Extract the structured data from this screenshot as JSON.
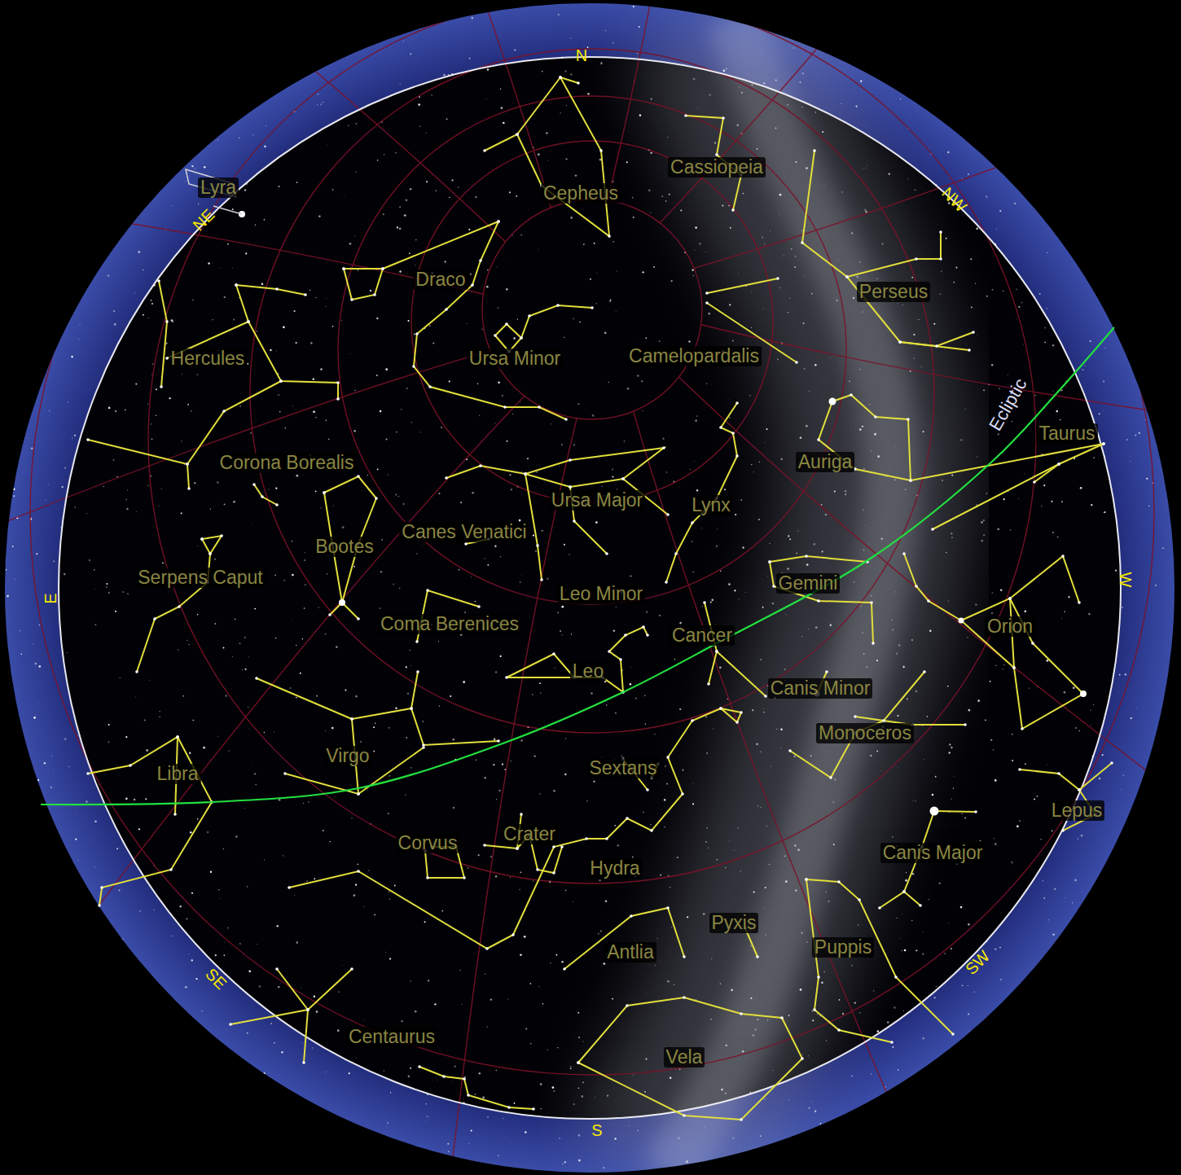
{
  "diagram": {
    "labels": [
      "N",
      "NW",
      "NE",
      "Cepheus",
      "Cassiopeia",
      "Lyra",
      "Draco",
      "Perseus",
      "Hercules",
      "Ursa Minor",
      "Camelopardalis",
      "Ecliptic",
      "Taurus",
      "Corona Borealis",
      "Auriga",
      "Ursa Major",
      "Lynx",
      "Canes Venatici",
      "Bootes",
      "Serpens Caput",
      "E",
      "Gemini",
      "W",
      "Leo Minor",
      "Orion",
      "Coma Berenices",
      "Cancer",
      "Leo",
      "Canis Minor",
      "Monoceros",
      "Virgo",
      "Libra",
      "Sextans",
      "Lepus",
      "Corvus",
      "Crater",
      "Hydra",
      "Canis Major",
      "Pyxis",
      "Antlia",
      "Puppis",
      "SW",
      "SE",
      "Centaurus",
      "Vela",
      "S"
    ]
  }
}
